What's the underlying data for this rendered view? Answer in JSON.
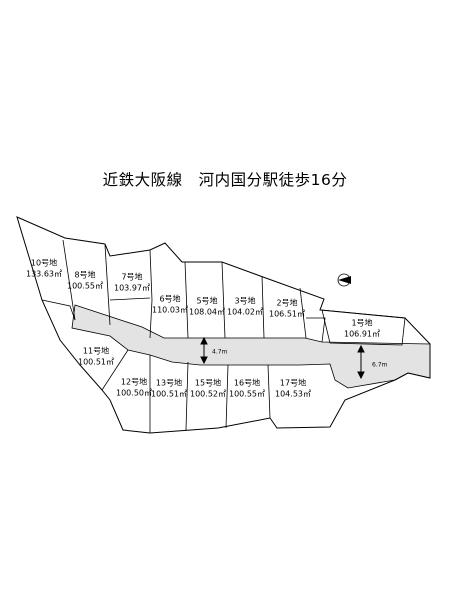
{
  "title": "近鉄大阪線　河内国分駅徒歩16分",
  "colors": {
    "road_fill": "#e3e3e3",
    "line": "#000000"
  },
  "compass_icon": "north-arrow-icon",
  "lots": [
    {
      "name": "1号地",
      "area": "106.91㎡"
    },
    {
      "name": "2号地",
      "area": "106.51㎡"
    },
    {
      "name": "3号地",
      "area": "104.02㎡"
    },
    {
      "name": "5号地",
      "area": "108.04㎡"
    },
    {
      "name": "6号地",
      "area": "110.03㎡"
    },
    {
      "name": "7号地",
      "area": "103.97㎡"
    },
    {
      "name": "8号地",
      "area": "100.55㎡"
    },
    {
      "name": "10号地",
      "area": "133.63㎡"
    },
    {
      "name": "11号地",
      "area": "100.51㎡"
    },
    {
      "name": "12号地",
      "area": "100.50㎡"
    },
    {
      "name": "13号地",
      "area": "100.51㎡"
    },
    {
      "name": "15号地",
      "area": "100.52㎡"
    },
    {
      "name": "16号地",
      "area": "100.55㎡"
    },
    {
      "name": "17号地",
      "area": "104.53㎡"
    }
  ],
  "road_widths": {
    "inner": "4.7m",
    "entrance": "6.7m"
  }
}
